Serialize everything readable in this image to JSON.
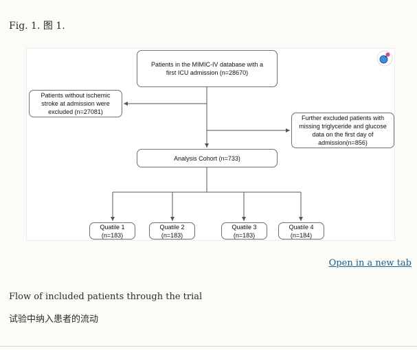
{
  "figure": {
    "title": "Fig. 1. 图 1."
  },
  "flowchart": {
    "top": "Patients in the MIMIC-IV database with a\nfirst ICU admission (n=28670)",
    "excluded_left": "Patients without ischemic\nstroke at admission were\nexcluded (n=27081)",
    "excluded_right": "Further excluded patients with\nmissing triglyceride and glucose\ndata on the first day of\nadmission(n=856)",
    "cohort": "Analysis Cohort (n=733)",
    "quartiles": [
      {
        "label": "Quatile 1\n(n=183)"
      },
      {
        "label": "Quatile 2\n(n=183)"
      },
      {
        "label": "Quatile 3\n(n=183)"
      },
      {
        "label": "Quatile 4\n(n=184)"
      }
    ]
  },
  "links": {
    "open_new_tab": "Open in a new tab"
  },
  "caption": {
    "en": "Flow of included patients through the trial",
    "zh": "试验中纳入患者的流动"
  },
  "colors": {
    "badge_blue": "#3b8fd6",
    "badge_pink": "#d6479a",
    "link": "#1a5f8f"
  }
}
